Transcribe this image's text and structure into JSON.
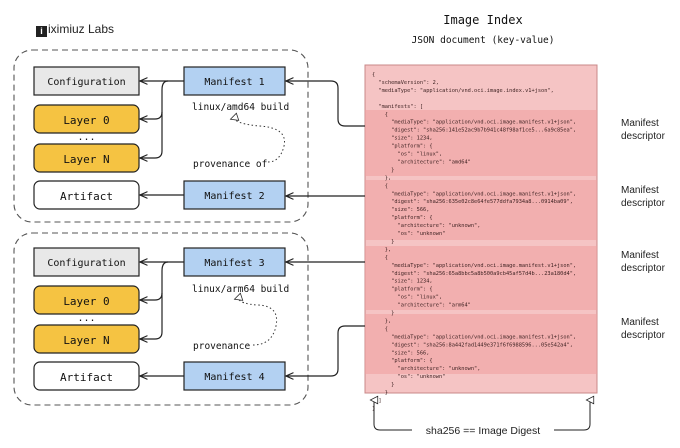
{
  "brand": {
    "logo_letter": "i",
    "name": "iximiuz Labs"
  },
  "index": {
    "title": "Image Index",
    "subtitle": "JSON document (key-value)",
    "json_lines": [
      "{",
      "  \"schemaVersion\": 2,",
      "  \"mediaType\": \"application/vnd.oci.image.index.v1+json\",",
      "",
      "  \"manifests\": [",
      "    {",
      "      \"mediaType\": \"application/vnd.oci.image.manifest.v1+json\",",
      "      \"digest\": \"sha256:141e52ac9b7b941c48f98af1ce5...6a9c85ea\",",
      "      \"size\": 1234,",
      "      \"platform\": {",
      "        \"os\": \"linux\",",
      "        \"architecture\": \"amd64\"",
      "      }",
      "    },",
      "    {",
      "      \"mediaType\": \"application/vnd.oci.image.manifest.v1+json\",",
      "      \"digest\": \"sha256:635e02c8e64fe577ddfa7934a8...0914ba09\",",
      "      \"size\": 566,",
      "      \"platform\": {",
      "        \"architecture\": \"unknown\",",
      "        \"os\": \"unknown\"",
      "      }",
      "    },",
      "    {",
      "      \"mediaType\": \"application/vnd.oci.image.manifest.v1+json\",",
      "      \"digest\": \"sha256:65a8bbc5a8b500a9cb45af57d4b...23a180d4\",",
      "      \"size\": 1234,",
      "      \"platform\": {",
      "        \"os\": \"linux\",",
      "        \"architecture\": \"arm64\"",
      "      }",
      "    },",
      "    {",
      "      \"mediaType\": \"application/vnd.oci.image.manifest.v1+json\",",
      "      \"digest\": \"sha256:8a442fad1449e371f6f6988596...05e542a4\",",
      "      \"size\": 566,",
      "      \"platform\": {",
      "        \"architecture\": \"unknown\",",
      "        \"os\": \"unknown\"",
      "      }",
      "    }",
      "  ]",
      "}"
    ],
    "descriptor_label_line1": "Manifest",
    "descriptor_label_line2": "descriptor",
    "digest_label": "sha256 == Image Digest"
  },
  "groups": [
    {
      "configuration": "Configuration",
      "manifest": "Manifest 1",
      "layer_first": "Layer 0",
      "ellipsis": "...",
      "layer_last": "Layer N",
      "build_label": "linux/amd64 build",
      "provenance_label": "provenance of",
      "artifact": "Artifact",
      "artifact_manifest": "Manifest 2"
    },
    {
      "configuration": "Configuration",
      "manifest": "Manifest 3",
      "layer_first": "Layer 0",
      "ellipsis": "...",
      "layer_last": "Layer N",
      "build_label": "linux/arm64 build",
      "provenance_label": "provenance",
      "artifact": "Artifact",
      "artifact_manifest": "Manifest 4"
    }
  ],
  "colors": {
    "configuration_fill": "#e8e8e8",
    "manifest_fill": "#b3d1f2",
    "layer_fill": "#f5c342",
    "artifact_fill": "#ffffff",
    "json_fill": "#f5c4c4",
    "json_border": "#c98888",
    "descriptor_row_fill": "#ee9f9f"
  }
}
